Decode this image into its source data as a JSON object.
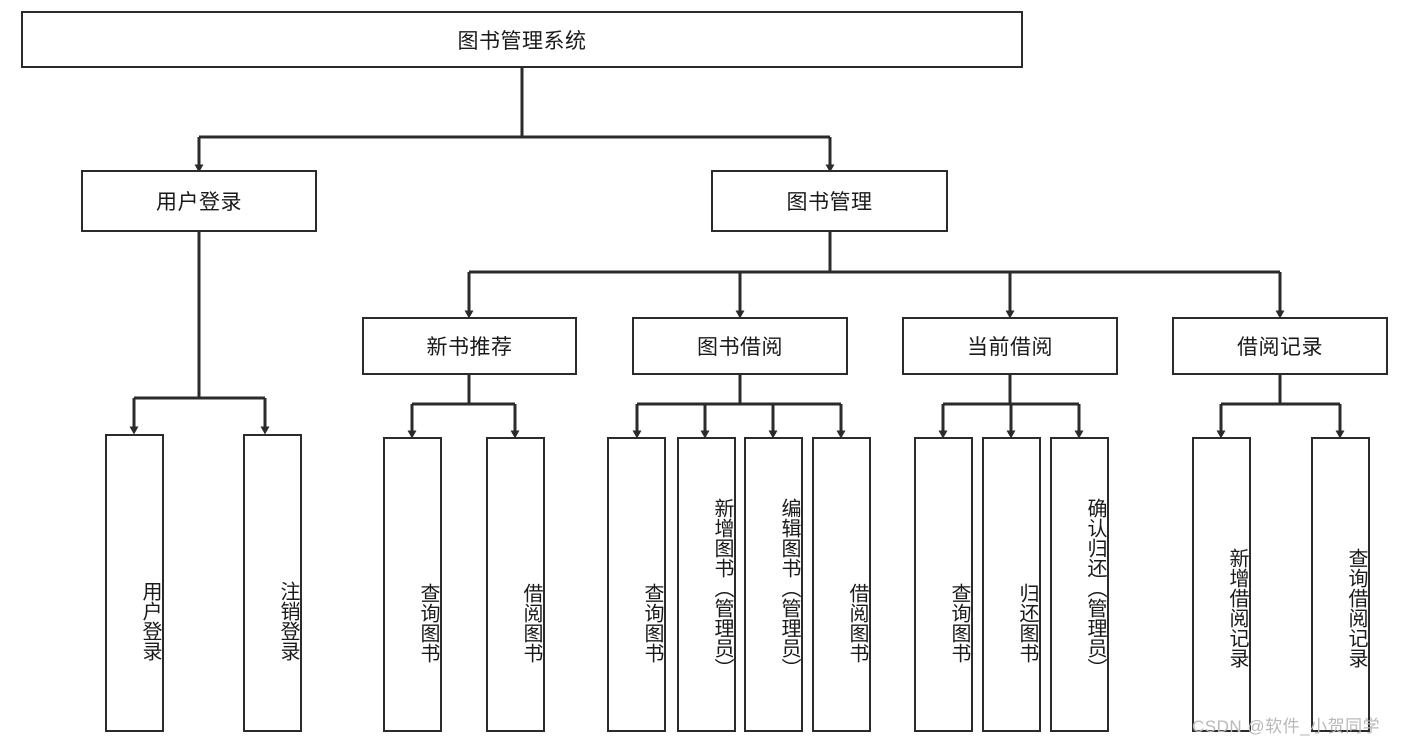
{
  "diagram": {
    "type": "tree-hierarchy",
    "title": "图书管理系统",
    "orientation": "top-down",
    "style": {
      "box_border_color": "#2b2b2b",
      "box_fill_color": "#ffffff",
      "line_color": "#2b2b2b",
      "text_color": "#1a1a1a",
      "background": "#ffffff"
    },
    "nodes": {
      "root": {
        "label": "图书管理系统",
        "level": 1,
        "orientation": "horizontal"
      },
      "l2": [
        {
          "id": "user-login",
          "label": "用户登录",
          "level": 2,
          "orientation": "horizontal"
        },
        {
          "id": "book-management",
          "label": "图书管理",
          "level": 2,
          "orientation": "horizontal"
        }
      ],
      "l3": [
        {
          "id": "new-book-recommend",
          "label": "新书推荐",
          "level": 3,
          "orientation": "horizontal"
        },
        {
          "id": "book-borrow",
          "label": "图书借阅",
          "level": 3,
          "orientation": "horizontal"
        },
        {
          "id": "current-borrow",
          "label": "当前借阅",
          "level": 3,
          "orientation": "horizontal"
        },
        {
          "id": "borrow-record",
          "label": "借阅记录",
          "level": 3,
          "orientation": "horizontal"
        }
      ],
      "leaves": [
        {
          "id": "leaf-user-login",
          "label": "用户登录",
          "parent": "user-login",
          "orientation": "vertical"
        },
        {
          "id": "leaf-user-logout",
          "label": "注销登录",
          "parent": "user-login",
          "orientation": "vertical"
        },
        {
          "id": "leaf-query-book-1",
          "label": "查询图书",
          "parent": "new-book-recommend",
          "orientation": "vertical"
        },
        {
          "id": "leaf-borrow-book-1",
          "label": "借阅图书",
          "parent": "new-book-recommend",
          "orientation": "vertical"
        },
        {
          "id": "leaf-query-book-2",
          "label": "查询图书",
          "parent": "book-borrow",
          "orientation": "vertical"
        },
        {
          "id": "leaf-add-book",
          "label": "新增图书（管理员）",
          "parent": "book-borrow",
          "orientation": "vertical"
        },
        {
          "id": "leaf-edit-book",
          "label": "编辑图书（管理员）",
          "parent": "book-borrow",
          "orientation": "vertical"
        },
        {
          "id": "leaf-borrow-book-2",
          "label": "借阅图书",
          "parent": "book-borrow",
          "orientation": "vertical"
        },
        {
          "id": "leaf-query-book-3",
          "label": "查询图书",
          "parent": "current-borrow",
          "orientation": "vertical"
        },
        {
          "id": "leaf-return-book",
          "label": "归还图书",
          "parent": "current-borrow",
          "orientation": "vertical"
        },
        {
          "id": "leaf-confirm-return",
          "label": "确认归还（管理员）",
          "parent": "current-borrow",
          "orientation": "vertical"
        },
        {
          "id": "leaf-add-record",
          "label": "新增借阅记录",
          "parent": "borrow-record",
          "orientation": "vertical"
        },
        {
          "id": "leaf-query-record",
          "label": "查询借阅记录",
          "parent": "borrow-record",
          "orientation": "vertical"
        }
      ]
    },
    "watermark": "CSDN @软件_小贺同学"
  }
}
